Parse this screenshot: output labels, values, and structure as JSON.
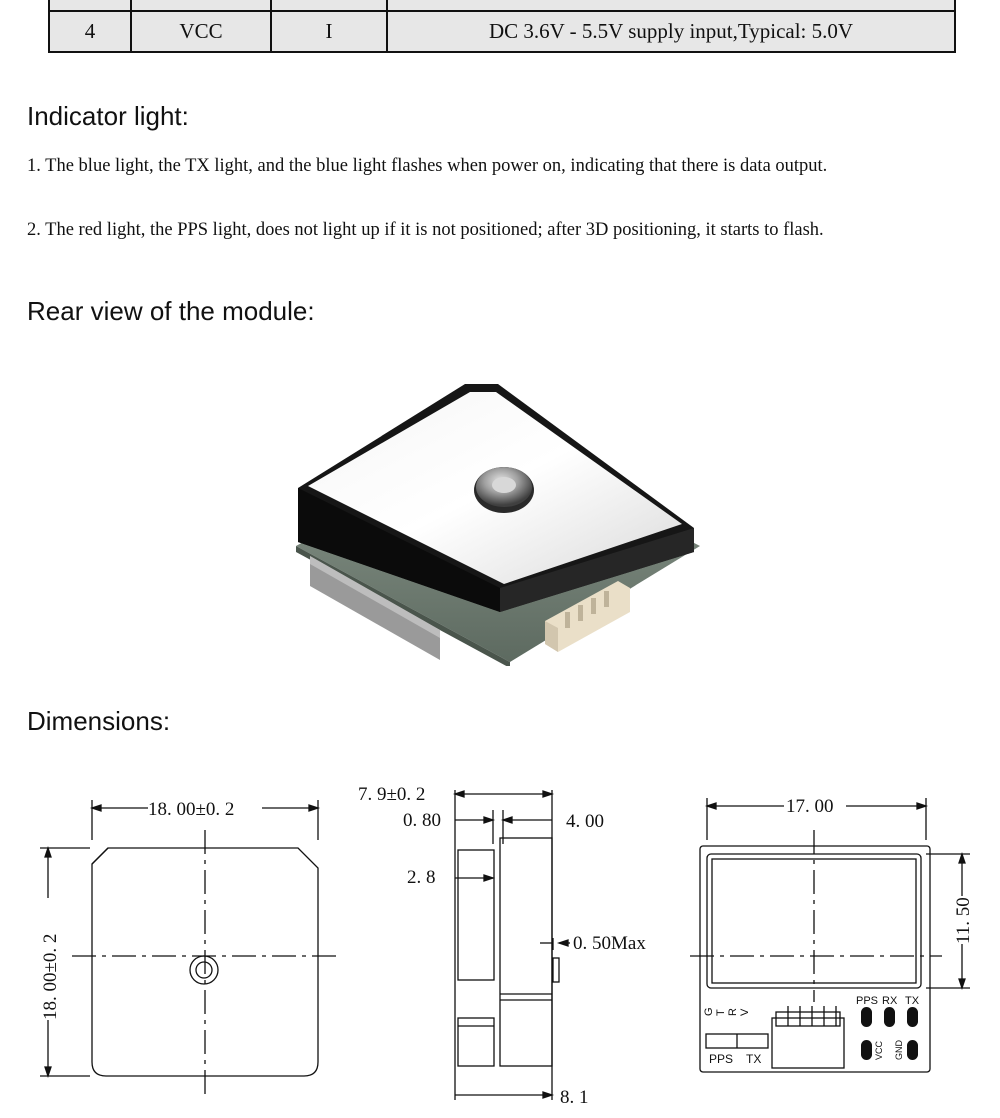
{
  "pin_table": {
    "row": {
      "no": "4",
      "name": "VCC",
      "io": "I",
      "description": "DC 3.6V - 5.5V supply input,Typical: 5.0V"
    }
  },
  "indicator": {
    "heading": "Indicator light:",
    "item1": "1. The blue light, the TX light, and the blue light flashes when power on, indicating that there is data output.",
    "item2": "2. The red light, the PPS light, does not light up if it is not positioned; after 3D positioning, it starts to flash."
  },
  "rear_view": {
    "heading": "Rear view of the module:"
  },
  "dimensions": {
    "heading": "Dimensions:",
    "top_width": "18. 00±0. 2",
    "top_height": "18. 00±0. 2",
    "side_total_top": "7. 9±0. 2",
    "side_080": "0. 80",
    "side_400": "4. 00",
    "side_28": "2. 8",
    "side_050": "0. 50Max",
    "side_81": "8. 1",
    "bottom_width": "17. 00",
    "bottom_height": "11. 50",
    "silk_g": "G",
    "silk_t": "T",
    "silk_r": "R",
    "silk_v": "V",
    "silk_pps_top": "PPS",
    "silk_rx": "RX",
    "silk_tx_top": "TX",
    "silk_vcc": "VCC",
    "silk_gnd": "GND",
    "silk_pps_bottom": "PPS",
    "silk_tx_bottom": "TX"
  }
}
